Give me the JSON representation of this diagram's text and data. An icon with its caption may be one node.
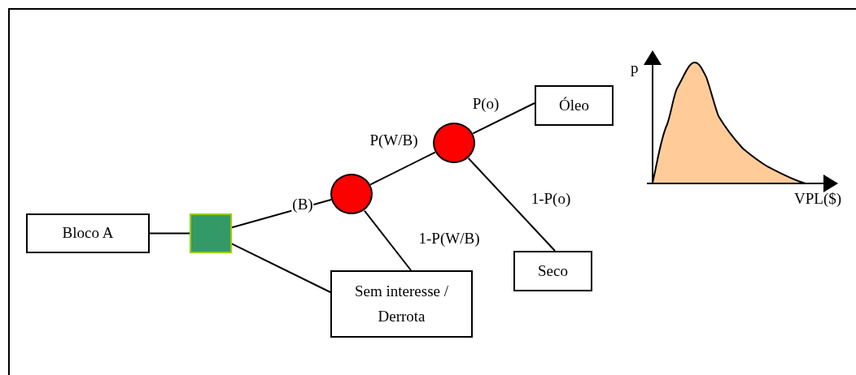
{
  "diagram": {
    "nodes": [
      {
        "text": [
          "Bloco A"
        ]
      },
      {
        "text": [],
        "shape": "box"
      },
      {
        "text": [],
        "shape": "circle"
      },
      {
        "text": [],
        "shape": "circle"
      },
      {
        "text": [
          "Óleo"
        ]
      },
      {
        "text": [
          "Sem interesse / Derrota"
        ]
      },
      {
        "text": [
          "Seco"
        ]
      }
    ],
    "edges": [
      {
        "from": 0,
        "to": 1,
        "arrow": "none"
      },
      {
        "from": 1,
        "to": 2,
        "arrow": "none",
        "label": "(B)"
      },
      {
        "from": 1,
        "to": 5,
        "arrow": "none"
      },
      {
        "from": 2,
        "to": 3,
        "arrow": "none",
        "label": "P(W/B)"
      },
      {
        "from": 2,
        "to": 5,
        "arrow": "none",
        "label": "1-P(W/B)"
      },
      {
        "from": 3,
        "to": 4,
        "arrow": "none",
        "label": "P(o)"
      },
      {
        "from": 3,
        "to": 6,
        "arrow": "none",
        "label": "1-P(o)"
      }
    ],
    "labels": [
      "p",
      "VPL($)"
    ]
  }
}
